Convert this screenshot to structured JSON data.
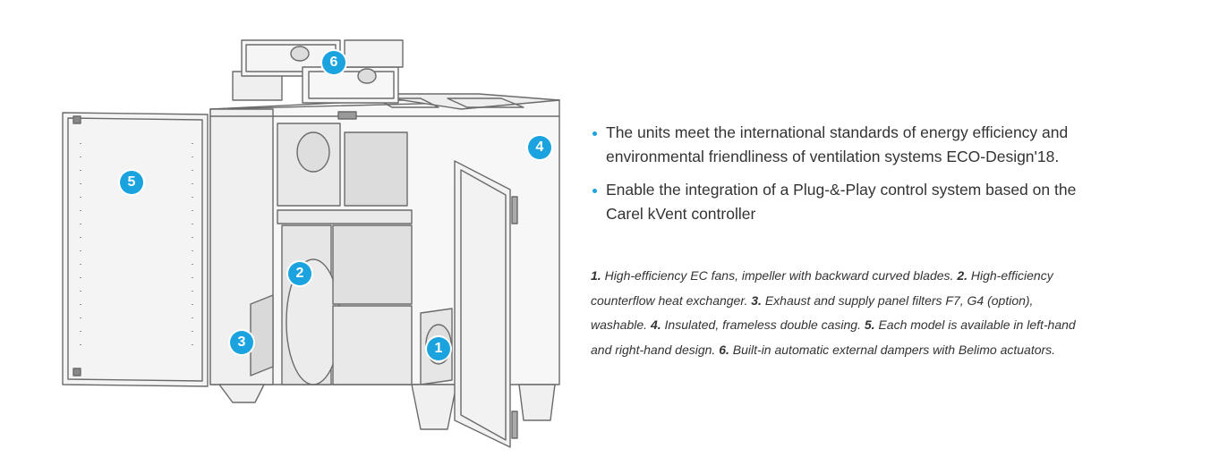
{
  "diagram": {
    "badges": [
      "1",
      "2",
      "3",
      "4",
      "5",
      "6"
    ],
    "accent_color": "#1aa3de"
  },
  "features": [
    "The units meet the international standards of energy efficiency and environmental friendliness of ventilation systems ECO-Design'18.",
    "Enable the integration of a Plug-&-Play control system based on the Carel kVent controller"
  ],
  "legend": [
    {
      "num": "1.",
      "text": "High-efficiency EC fans, impeller with backward curved blades."
    },
    {
      "num": "2.",
      "text": "High-efficiency counterflow heat exchanger."
    },
    {
      "num": "3.",
      "text": "Exhaust and supply panel filters F7, G4 (option), washable."
    },
    {
      "num": "4.",
      "text": "Insulated, frameless double casing."
    },
    {
      "num": "5.",
      "text": "Each model is available in left-hand and right-hand design."
    },
    {
      "num": "6.",
      "text": "Built-in automatic external dampers with Belimo actuators."
    }
  ]
}
